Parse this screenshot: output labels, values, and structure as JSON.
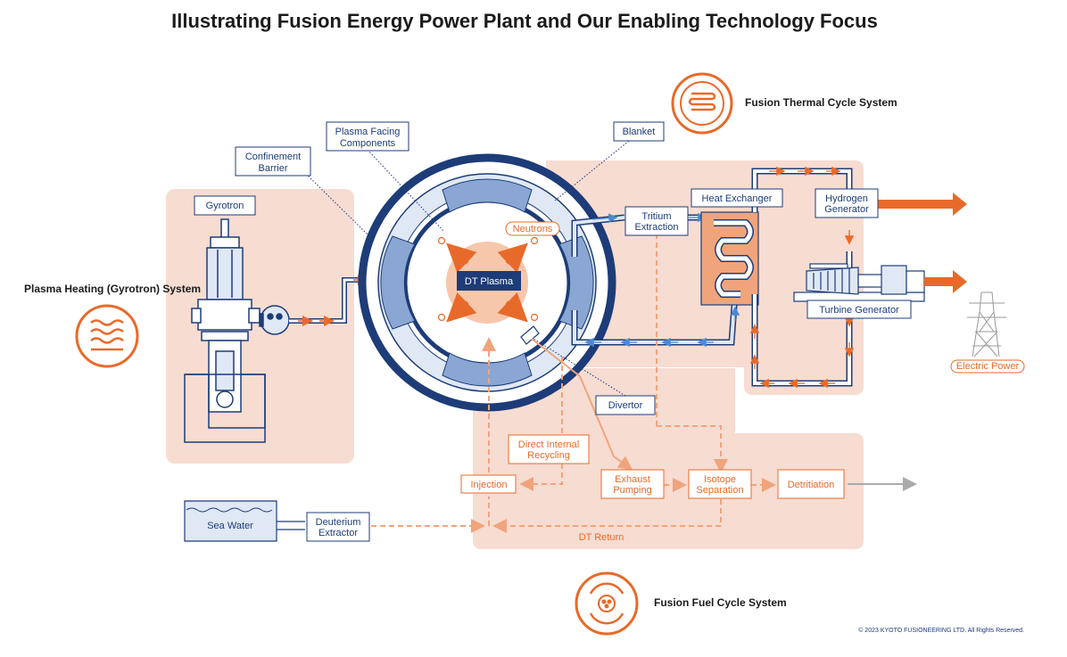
{
  "title": "Illustrating Fusion Energy Power Plant and Our Enabling Technology Focus",
  "systems": {
    "thermal": "Fusion Thermal Cycle System",
    "heating": "Plasma Heating (Gyrotron) System",
    "fuel": "Fusion Fuel Cycle System"
  },
  "labels": {
    "confinement_1": "Confinement",
    "confinement_2": "Barrier",
    "pfc_1": "Plasma Facing",
    "pfc_2": "Components",
    "blanket": "Blanket",
    "gyrotron": "Gyrotron",
    "dt_plasma": "DT Plasma",
    "neutrons": "Neutrons",
    "tritium_1": "Tritium",
    "tritium_2": "Extraction",
    "heat_exchanger": "Heat Exchanger",
    "hydrogen_1": "Hydrogen",
    "hydrogen_2": "Generator",
    "turbine": "Turbine Generator",
    "electric_power": "Electric Power",
    "divertor": "Divertor",
    "direct_1": "Direct Internal",
    "direct_2": "Recycling",
    "injection": "Injection",
    "exhaust_1": "Exhaust",
    "exhaust_2": "Pumping",
    "isotope_1": "Isotope",
    "isotope_2": "Separation",
    "detritiation": "Detritiation",
    "sea_water": "Sea Water",
    "deuterium_1": "Deuterium",
    "deuterium_2": "Extractor",
    "dt_return": "DT Return"
  },
  "copyright": "© 2023 KYOTO FUSIONEERING LTD.  All Rights Reserved.",
  "colors": {
    "navy": "#1d3c78",
    "orange": "#e86a2a",
    "salmon": "#f7dcd1",
    "light_blue": "#dfe8f4"
  }
}
